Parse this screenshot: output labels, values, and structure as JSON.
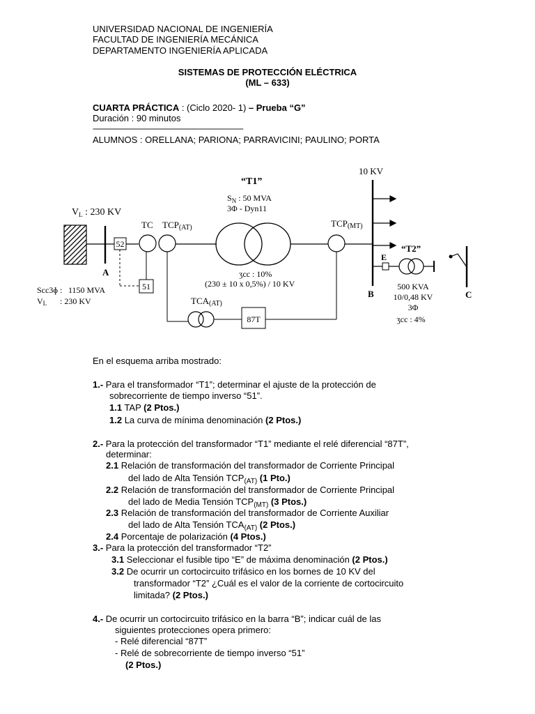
{
  "header": {
    "university": "UNIVERSIDAD NACIONAL DE INGENIERÍA",
    "faculty": "FACULTAD DE INGENIERÍA MECÁNICA",
    "department": "DEPARTAMENTO INGENIERÍA APLICADA"
  },
  "course": {
    "title": "SISTEMAS DE PROTECCIÓN ELÉCTRICA",
    "code": "(ML – 633)"
  },
  "practice": {
    "name": "CUARTA  PRÁCTICA",
    "cycle": "  :  (Ciclo  2020- 1)",
    "test": " – Prueba “G”",
    "duration": "Duración  : 90 minutos",
    "separator": "------------------------------------------------------------------------",
    "students": "ALUMNOS : ORELLANA; PARIONA; PARRAVICINI; PAULINO; PORTA"
  },
  "diagram": {
    "bus_10kv": "10 KV",
    "t1_title": "“T1”",
    "t1_sn": "S",
    "t1_sn_sub": "N",
    "t1_sn_val": " : 50 MVA",
    "t1_conn": "3Φ  -  Dyn11",
    "vl_top": "V",
    "vl_top_sub": "L",
    "vl_top_val": " : 230 KV",
    "tc": "TC",
    "tcp_at": "TCP",
    "tcp_at_sub": "(AT)",
    "tcp_mt": "TCP",
    "tcp_mt_sub": "(MT)",
    "relay_52": "52",
    "relay_51": "51",
    "bus_a": "A",
    "t1_zcc": "ʒcc : 10%",
    "t1_taps": "(230 ± 10 x 0,5%) / 10 KV",
    "scc_label": "Scc3ɸ :",
    "scc_value": "1150 MVA",
    "vl_bottom": "V",
    "vl_bottom_sub": "L",
    "vl_bottom_val": ":   230 KV",
    "tca": "TCA",
    "tca_sub": "(AT)",
    "relay_87t": "87T",
    "fuse_e": "E",
    "t2_title": "“T2”",
    "bus_b": "B",
    "bus_c": "C",
    "t2_power": "500 KVA",
    "t2_ratio": "10/0,48 KV",
    "t2_phase": "3Φ",
    "t2_zcc": "ʒcc : 4%"
  },
  "questions": {
    "intro": "En el esquema arriba mostrado:",
    "q1_num": "1.-",
    "q1_text1": " Para el transformador  “T1”; determinar el ajuste de la protección de",
    "q1_text2": "sobrecorriente de tiempo inverso “51”.",
    "q1_1_num": "1.1",
    "q1_1_text": "  TAP  ",
    "q1_1_pts": "(2 Ptos.)",
    "q1_2_num": "1.2",
    "q1_2_text": "  La curva  de mínima denominación ",
    "q1_2_pts": "(2 Ptos.)",
    "q2_num": "2.-",
    "q2_text1": " Para la protección del  transformador “T1” mediante el relé diferencial “87T”,",
    "q2_text2": "determinar:",
    "q2_1_num": "2.1",
    "q2_1_text1": "    Relación  de  transformación del transformador de Corriente Principal",
    "q2_1_text2": "del lado de Alta Tensión  TCP",
    "q2_1_sub": "(AT)",
    "q2_1_pts": " (1 Pto.)",
    "q2_2_num": "2.2",
    "q2_2_text1": "    Relación de transformación del transformador de Corriente Principal",
    "q2_2_text2": "del lado de Media Tensión  TCP",
    "q2_2_sub": "(MT)",
    "q2_2_pts": " (3 Ptos.)",
    "q2_3_num": "2.3",
    "q2_3_text1": "    Relación de transformación del transformador de Corriente Auxiliar",
    "q2_3_text2": "del lado de Alta Tensión  TCA",
    "q2_3_sub": "(AT)",
    "q2_3_pts": " (2 Ptos.)",
    "q2_4_num": "2.4",
    "q2_4_text": "    Porcentaje de polarización ",
    "q2_4_pts": "(4 Ptos.)",
    "q3_num": "3.-",
    "q3_text": "   Para la protección  del transformador “T2”",
    "q3_1_num": "3.1",
    "q3_1_text": "    Seleccionar el fusible tipo “E” de máxima denominación  ",
    "q3_1_pts": "(2 Ptos.)",
    "q3_2_num": "3.2",
    "q3_2_text1": "    De ocurrir un cortocircuito trifásico en los bornes de  10 KV del",
    "q3_2_text2": "transformador “T2” ¿Cuál es el valor de la corriente de cortocircuito",
    "q3_2_text3": "limitada? ",
    "q3_2_pts": "(2 Ptos.)",
    "q4_num": "4.-",
    "q4_text1": "   De ocurrir un cortocircuito trifásico en la barra “B”;  indicar cuál de las",
    "q4_text2": "siguientes protecciones opera primero:",
    "q4_opt1": "- Relé diferencial “87T”",
    "q4_opt2": "- Relé de sobrecorriente de tiempo inverso “51”",
    "q4_pts": "(2 Ptos.)"
  }
}
